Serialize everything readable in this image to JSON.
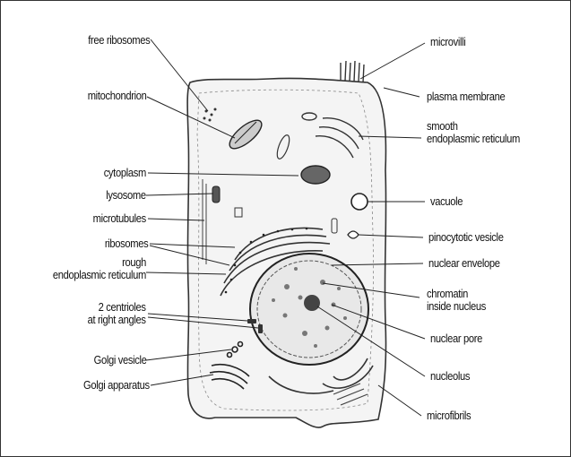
{
  "diagram": {
    "left_labels": [
      {
        "id": "free-ribosomes",
        "lines": [
          "free ribosomes"
        ]
      },
      {
        "id": "mitochondrion",
        "lines": [
          "mitochondrion"
        ]
      },
      {
        "id": "cytoplasm",
        "lines": [
          "cytoplasm"
        ]
      },
      {
        "id": "lysosome",
        "lines": [
          "lysosome"
        ]
      },
      {
        "id": "microtubules",
        "lines": [
          "microtubules"
        ]
      },
      {
        "id": "ribosomes",
        "lines": [
          "ribosomes"
        ]
      },
      {
        "id": "rough-er",
        "lines": [
          "rough",
          "endoplasmic reticulum"
        ]
      },
      {
        "id": "centrioles",
        "lines": [
          "2 centrioles",
          "at right angles"
        ]
      },
      {
        "id": "golgi-vesicle",
        "lines": [
          "Golgi vesicle"
        ]
      },
      {
        "id": "golgi-apparatus",
        "lines": [
          "Golgi apparatus"
        ]
      }
    ],
    "right_labels": [
      {
        "id": "microvilli",
        "lines": [
          "microvilli"
        ]
      },
      {
        "id": "plasma-membrane",
        "lines": [
          "plasma membrane"
        ]
      },
      {
        "id": "smooth-er",
        "lines": [
          "smooth",
          "endoplasmic reticulum"
        ]
      },
      {
        "id": "vacuole",
        "lines": [
          "vacuole"
        ]
      },
      {
        "id": "pinocytotic-vesicle",
        "lines": [
          "pinocytotic vesicle"
        ]
      },
      {
        "id": "nuclear-envelope",
        "lines": [
          "nuclear envelope"
        ]
      },
      {
        "id": "chromatin",
        "lines": [
          "chromatin",
          "inside nucleus"
        ]
      },
      {
        "id": "nuclear-pore",
        "lines": [
          "nuclear pore"
        ]
      },
      {
        "id": "nucleolus",
        "lines": [
          "nucleolus"
        ]
      },
      {
        "id": "microfibrils",
        "lines": [
          "microfibrils"
        ]
      }
    ]
  }
}
